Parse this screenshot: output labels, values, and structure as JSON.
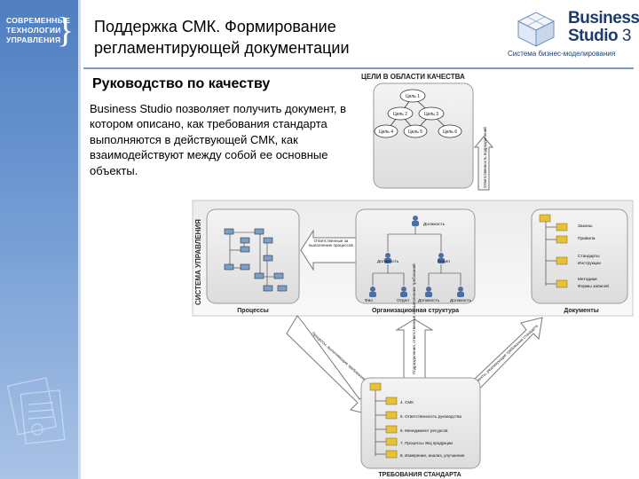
{
  "sidebar": {
    "logo_lines": [
      "СОВРЕМЕННЫЕ",
      "ТЕХНОЛОГИИ",
      "УПРАВЛЕНИЯ"
    ]
  },
  "header": {
    "title_line1": "Поддержка СМК. Формирование",
    "title_line2": "регламентирующей документации"
  },
  "brand": {
    "name_line1": "Business",
    "name_line2": "Studio",
    "version": "3",
    "subtitle": "Система бизнес-моделирования"
  },
  "main": {
    "section_title": "Руководство по качеству",
    "body": "Business Studio позволяет получить документ, в котором описано, как требования стандарта выполняются в действующей СМК, как взаимодействуют между собой ее основные объекты."
  },
  "diagram": {
    "goals_title": "ЦЕЛИ В ОБЛАСТИ КАЧЕСТВА",
    "goal_nodes": [
      "Цель 1",
      "Цель 2",
      "Цель 3",
      "Цель 4",
      "Цель 5",
      "Цель 6"
    ],
    "goals_side_label": "Ответственность подразделений",
    "system_label": "СИСТЕМА УПРАВЛЕНИЯ",
    "processes_label": "Процессы",
    "org_label": "Организационная структура",
    "docs_label": "Документы",
    "arrow_label_processes": "Ответственные за выполнение процессов",
    "org_top": "Должность",
    "org_mid": [
      "Должность",
      "Отдел"
    ],
    "org_bottom": [
      "Фио",
      "Отдел",
      "Должность",
      "Должность"
    ],
    "doc_items": [
      "Законы",
      "Правила",
      "Стандарты",
      "Инструкции",
      "Методики",
      "Формы записей"
    ],
    "diag_arrow_left": "Процессы, выполняющие требования стандарта",
    "center_arrow": "Подразделения, ответственные за выполнение требований",
    "diag_arrow_right": "Документы, реализующие требования стандарта",
    "standard_title": "ТРЕБОВАНИЯ СТАНДАРТА",
    "standard_items": [
      "4. СМК",
      "5. Ответственность руководства",
      "6. Менеджмент ресурсов",
      "7. Процессы ЖЦ продукции",
      "8. Измерение, анализ, улучшение"
    ]
  }
}
